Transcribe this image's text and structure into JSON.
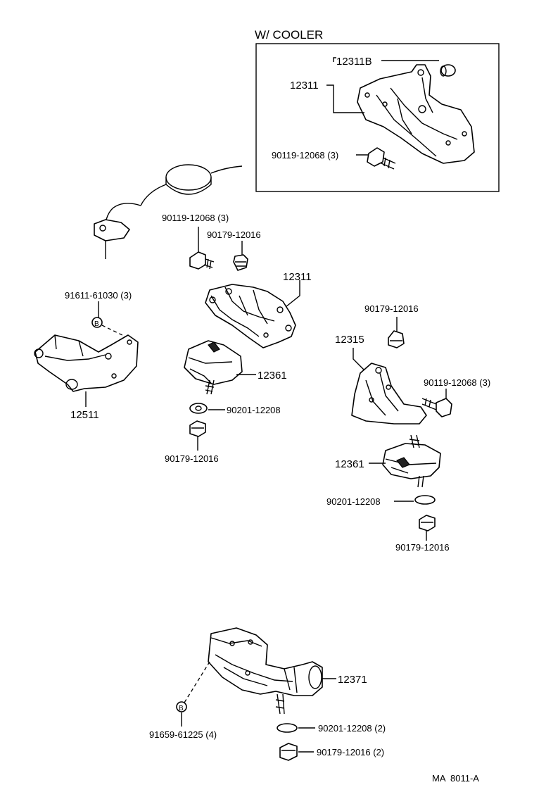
{
  "inset": {
    "header": "W/ COOLER",
    "labels": {
      "bracket_b": "12311B",
      "bracket": "12311",
      "bolt": "90119-12068 (3)"
    }
  },
  "labels": {
    "bolt_main": "90119-12068 (3)",
    "nut_top": "90179-12016",
    "bracket_main": "12311",
    "plate_bolt": "91611-61030 (3)",
    "plate_marker": "B",
    "plate": "12511",
    "insulator_left": "12361",
    "washer_left": "90201-12208",
    "nut_left": "90179-12016",
    "nut_right_top": "90179-12016",
    "bracket_right": "12315",
    "bolt_right": "90119-12068 (3)",
    "insulator_right": "12361",
    "washer_right": "90201-12208",
    "nut_right_bottom": "90179-12016",
    "rear_insulator": "12371",
    "rear_marker": "B",
    "rear_bolt": "91659-61225 (4)",
    "rear_washer": "90201-12208 (2)",
    "rear_nut": "90179-12016 (2)",
    "catalog_code": "MA  8011-A"
  }
}
